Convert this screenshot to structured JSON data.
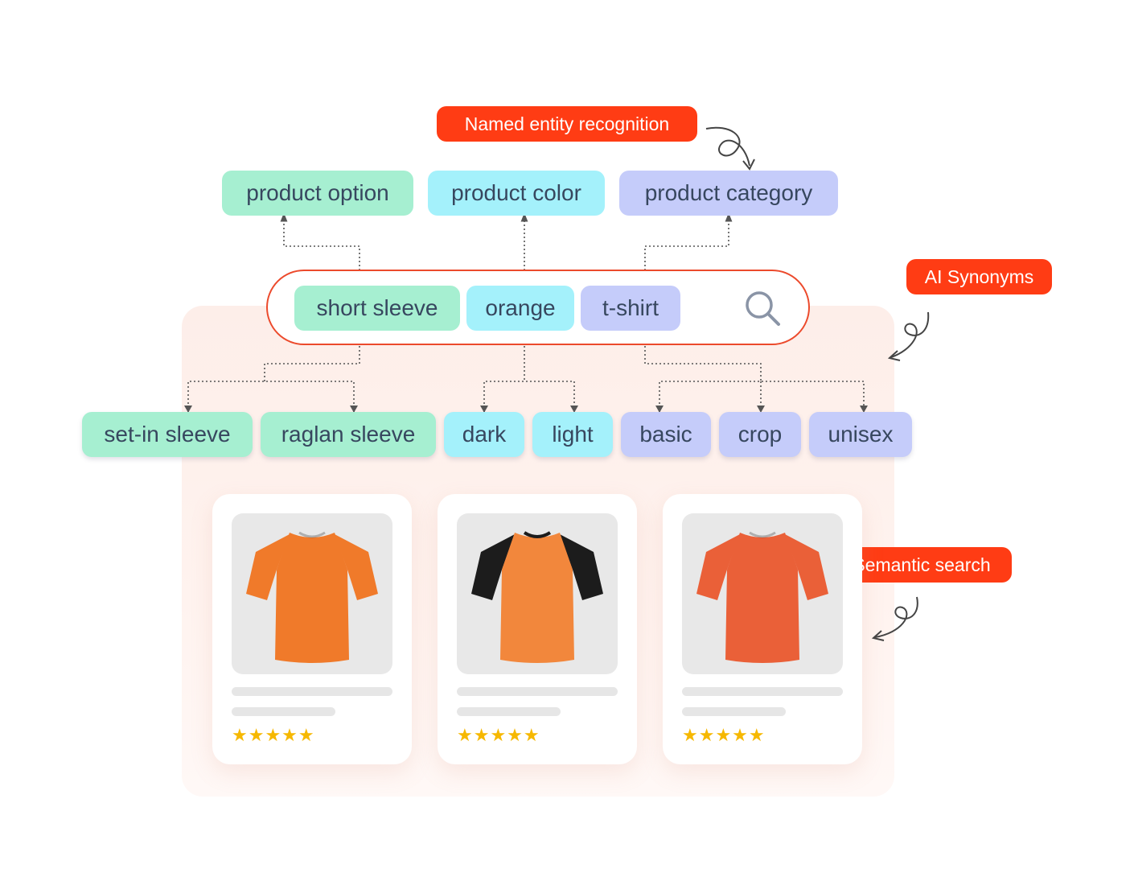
{
  "callouts": {
    "ner": "Named entity recognition",
    "synonyms": "AI Synonyms",
    "semantic": "Semantic search"
  },
  "entities": {
    "option": "product option",
    "color": "product color",
    "category": "product category"
  },
  "search": {
    "tokens": [
      "short sleeve",
      "orange",
      "t-shirt"
    ],
    "icon": "search-icon"
  },
  "synonyms": [
    "set-in sleeve",
    "raglan sleeve",
    "dark",
    "light",
    "basic",
    "crop",
    "unisex"
  ],
  "products": [
    {
      "rating": "★★★★★",
      "stars": 5,
      "shirt_color": "#f07a2a",
      "sleeve_color": "#f07a2a"
    },
    {
      "rating": "★★★★★",
      "stars": 5,
      "shirt_color": "#f2873c",
      "sleeve_color": "#1c1c1c"
    },
    {
      "rating": "★★★★★",
      "stars": 5,
      "shirt_color": "#ea6038",
      "sleeve_color": "#ea6038"
    }
  ],
  "colors": {
    "accent": "#ff3c14",
    "option_tag": "#a6efd1",
    "color_tag": "#a4f1fb",
    "category_tag": "#c5ccfa",
    "star": "#f6b800"
  }
}
